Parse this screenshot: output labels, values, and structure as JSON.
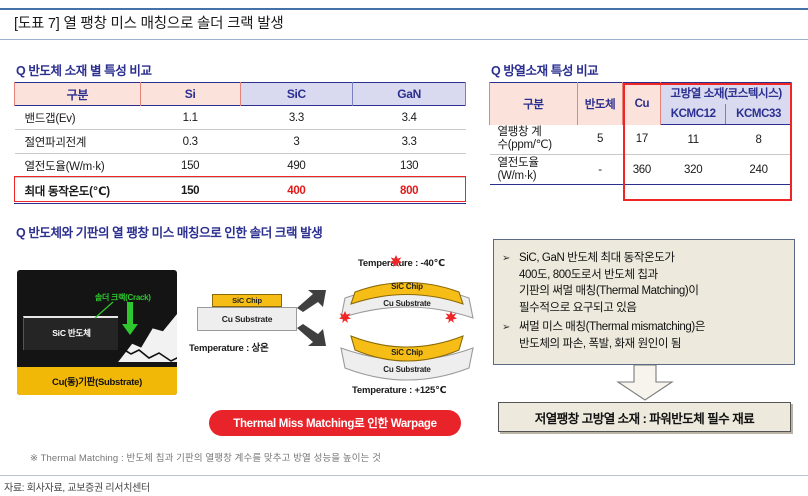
{
  "title": "[도표 7] 열 팽창 미스 매칭으로 솔더 크랙 발생",
  "sections": {
    "left_table_heading": "반도체 소재 별 특성 비교",
    "right_table_heading": "방열소재 특성 비교",
    "diagram_heading": "반도체와 기판의 열 팽창 미스 매칭으로 인한 솔더 크랙 발생",
    "q_icon": "Q"
  },
  "left_table": {
    "headers": [
      "구분",
      "Si",
      "SiC",
      "GaN"
    ],
    "rows": [
      {
        "label": "밴드갭(Ev)",
        "values": [
          "1.1",
          "3.3",
          "3.4"
        ],
        "highlight": false
      },
      {
        "label": "절연파괴전계",
        "values": [
          "0.3",
          "3",
          "3.3"
        ],
        "highlight": false
      },
      {
        "label": "열전도율(W/m·k)",
        "values": [
          "150",
          "490",
          "130"
        ],
        "highlight": false
      },
      {
        "label": "최대 동작온도(℃)",
        "values": [
          "150",
          "400",
          "800"
        ],
        "highlight": true
      }
    ]
  },
  "right_table": {
    "header_row1": [
      "구분",
      "반도체",
      "Cu",
      "고방열 소재(코스텍시스)"
    ],
    "header_row2": [
      "KCMC12",
      "KCMC33"
    ],
    "rows": [
      {
        "label": "열팽창 계\n수(ppm/℃)",
        "label_line1": "열팽창 계",
        "label_line2": "수(ppm/℃)",
        "values": [
          "5",
          "17",
          "11",
          "8"
        ]
      },
      {
        "label": "열전도율\n(W/m·k)",
        "label_line1": "열전도율",
        "label_line2": "(W/m·k)",
        "values": [
          "-",
          "360",
          "320",
          "240"
        ]
      }
    ]
  },
  "diagram": {
    "photo": {
      "chip_label": "SiC 반도체",
      "crack_label": "솔더 크랙(Crack)",
      "substrate_label": "Cu(동)기판(Substrate)"
    },
    "stack_room": {
      "chip": "SiC Chip",
      "substrate": "Cu Substrate",
      "temperature": "Temperature  : 상온"
    },
    "stack_cold": {
      "chip": "SiC Chip",
      "substrate": "Cu Substrate",
      "temperature": "Temperature  : -40℃"
    },
    "stack_hot": {
      "chip": "SiC Chip",
      "substrate": "Cu Substrate",
      "temperature": "Temperature  : +125℃"
    },
    "banner": "Thermal Miss Matching로 인한 Warpage",
    "footnote": "※ Thermal Matching :  반도체 칩과 기판의 열팽창 계수를 맞추고 방열 성능을 높이는 것"
  },
  "callout": {
    "bullets": [
      {
        "marker": "➢",
        "lines": [
          "SiC, GaN 반도체 최대 동작온도가",
          "400도, 800도로서 반도체 칩과",
          "기판의 써멀 매칭(Thermal Matching)이",
          "필수적으로 요구되고 있음"
        ]
      },
      {
        "marker": "➢",
        "lines": [
          "써멀 미스 매칭(Thermal mismatching)은",
          "반도체의 파손, 폭발, 화재 원인이 됨"
        ]
      }
    ],
    "conclusion": "저열팽창 고방열 소재 : 파워반도체 필수 재료"
  },
  "source": "자료: 회사자료, 교보증권 리서치센터",
  "colors": {
    "accent_navy": "#2b2f8f",
    "peach_header": "#fbe3db",
    "lavender_header": "#d9daf0",
    "highlight_red": "#e01b1b",
    "banner_red": "#e8232a",
    "chip_yellow": "#f5bd16",
    "crack_green": "#2ec72e",
    "callout_bg": "#edeadd"
  }
}
